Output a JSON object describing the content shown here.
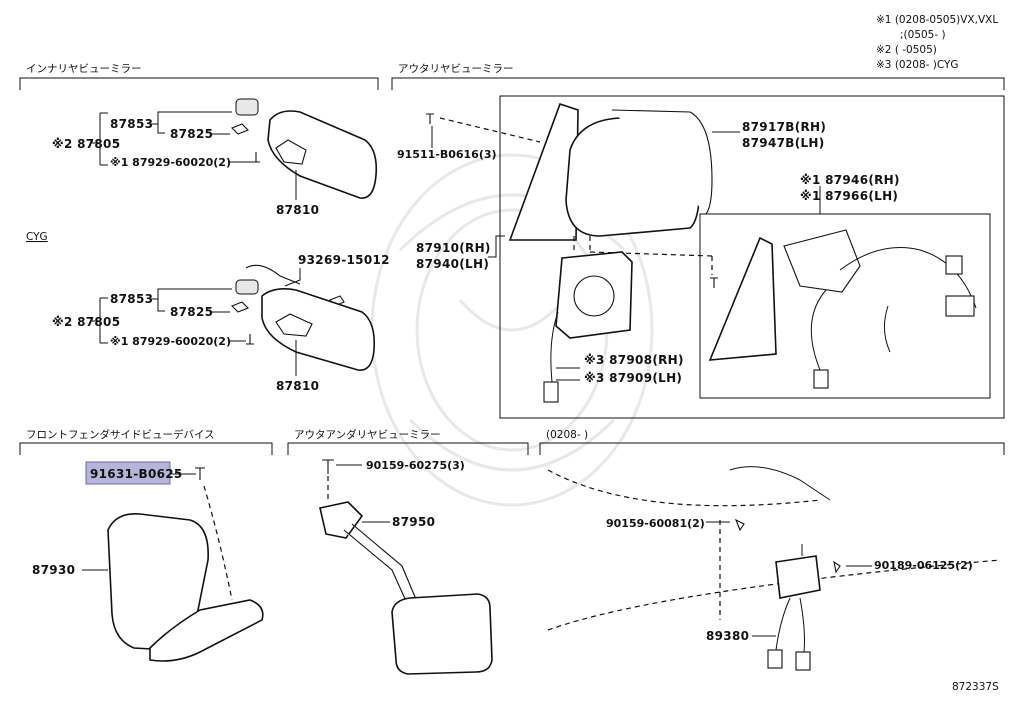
{
  "notes": {
    "line1": "※1 (0208-0505)VX,VXL",
    "line2": ";(0505-      )",
    "line3": "※2 (      -0505)",
    "line4": "※3 (0208-      )CYG"
  },
  "sections": {
    "inner_mirror": "インナリヤビューミラー",
    "outer_mirror": "アウタリヤビューミラー",
    "front_fender": "フロントフェンダサイドビューデバイス",
    "outer_under": "アウタアンダリヤビューミラー",
    "period": "(0208-      )",
    "cyg": "CYG"
  },
  "parts": {
    "p87853a": "87853",
    "p87825a": "87825",
    "p87805a": "※2 87805",
    "p87929a": "※1 87929-60020(2)",
    "p87810a": "87810",
    "p93269": "93269-15012",
    "p87853b": "87853",
    "p87825b": "87825",
    "p87805b": "※2 87805",
    "p87929b": "※1 87929-60020(2)",
    "p87810b": "87810",
    "p91511": "91511-B0616(3)",
    "p87917b": "87917B(RH)",
    "p87947b": "87947B(LH)",
    "p87946": "※1 87946(RH)",
    "p87966": "※1 87966(LH)",
    "p87910": "87910(RH)",
    "p87940": "87940(LH)",
    "p87908": "※3 87908(RH)",
    "p87909": "※3 87909(LH)",
    "p91631": "91631-B0625",
    "p87930": "87930",
    "p90159a": "90159-60275(3)",
    "p87950": "87950",
    "p90159b": "90159-60081(2)",
    "p90189": "90189-06125(2)",
    "p89380": "89380"
  },
  "diagram_id": "872337S",
  "colors": {
    "highlight": "#b7b4da",
    "line": "#111111"
  }
}
